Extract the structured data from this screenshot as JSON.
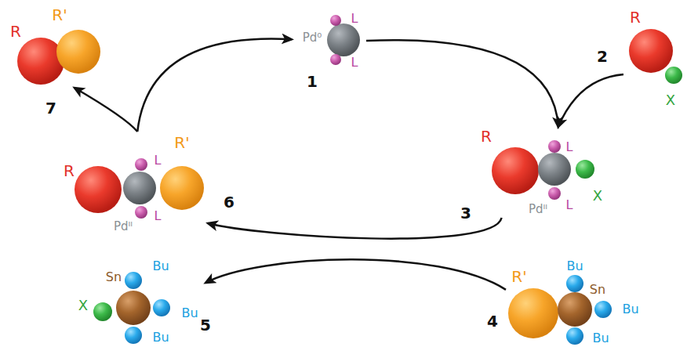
{
  "diagram": {
    "nodes": [
      {
        "text": [
          "Pd⁰",
          "L",
          "L"
        ]
      },
      {
        "text": [
          "R",
          "X"
        ]
      },
      {
        "text": [
          "R",
          "L",
          "X",
          "Pdᴵᴵ",
          "L"
        ]
      },
      {
        "text": [
          "R'",
          "Bu",
          "Sn",
          "Bu",
          "Bu"
        ]
      },
      {
        "text": [
          "Bu",
          "X",
          "Sn",
          "Bu",
          "Bu"
        ]
      },
      {
        "text": [
          "R",
          "L",
          "R'",
          "Pdᴵᴵ",
          "L"
        ]
      },
      {
        "text": [
          "R",
          "R'"
        ]
      }
    ],
    "edges": [
      {
        "from": 0,
        "to": 2,
        "arrow": "to"
      },
      {
        "from": 1,
        "to": 2,
        "arrow": "to"
      },
      {
        "from": 2,
        "to": 5,
        "arrow": "to"
      },
      {
        "from": 3,
        "to": 4,
        "arrow": "to"
      },
      {
        "from": 5,
        "to": 6,
        "arrow": "to"
      },
      {
        "from": 5,
        "to": 0,
        "arrow": "to"
      }
    ],
    "labels": [
      "1",
      "2",
      "3",
      "4",
      "5",
      "6",
      "7"
    ]
  }
}
